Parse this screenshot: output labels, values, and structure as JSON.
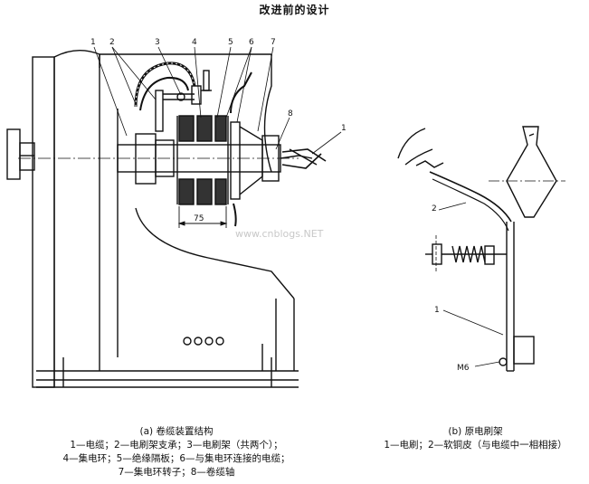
{
  "title": "改进前的设计",
  "figure_a": {
    "caption": "(a) 卷缆装置结构",
    "legend": [
      "1—电缆；2—电刷架支承；3—电刷架（共两个）；",
      "4—集电环；5—绝缘隔板；6—与集电环连接的电缆；",
      "7—集电环转子；8—卷缆轴"
    ],
    "callouts": [
      "1",
      "2",
      "3",
      "4",
      "5",
      "6",
      "7",
      "8",
      "1"
    ],
    "dimension": "75"
  },
  "figure_b": {
    "caption": "(b) 原电刷架",
    "legend": [
      "1—电刷；2—软铜皮（与电缆中一相相接）"
    ],
    "callouts": [
      "2",
      "1"
    ],
    "bolt_label": "M6"
  },
  "watermark": "www.cnblogs.NET"
}
